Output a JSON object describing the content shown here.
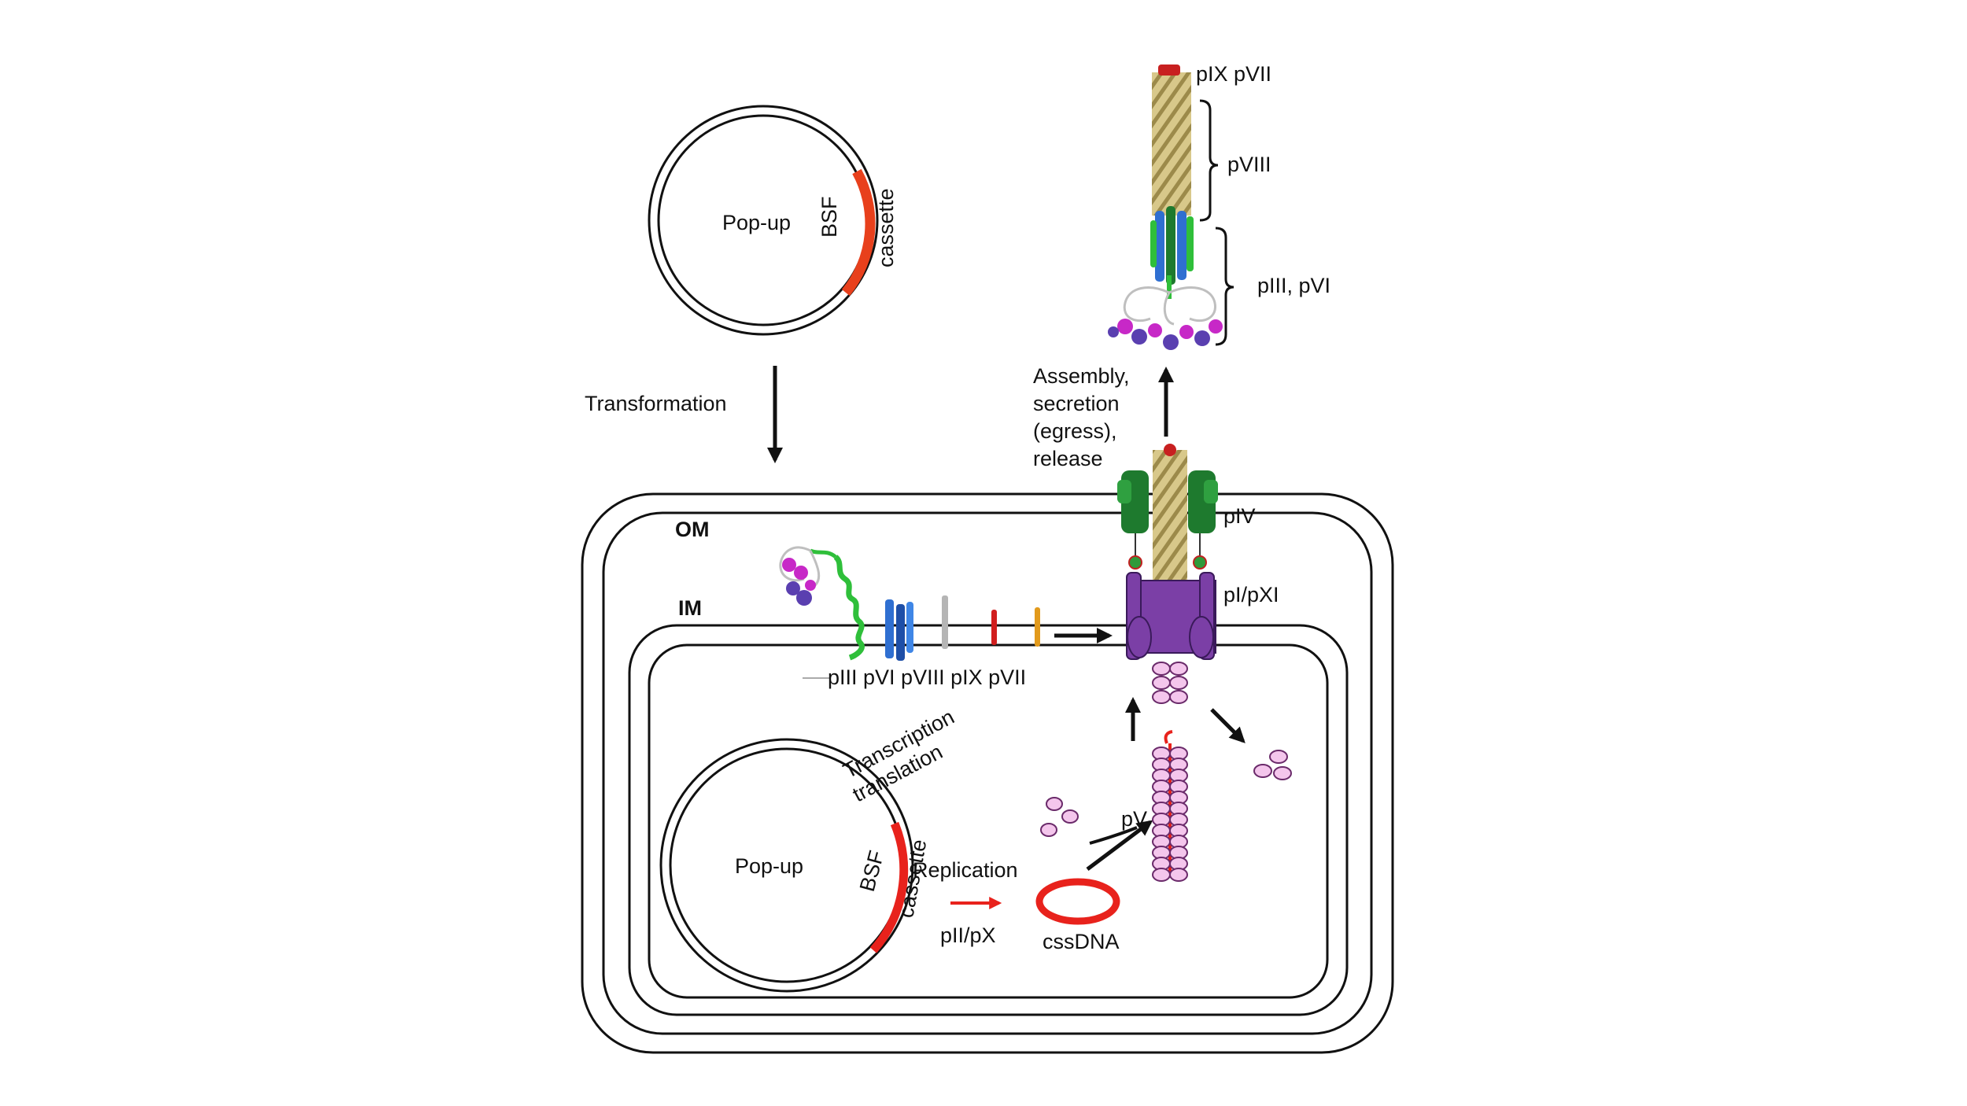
{
  "labels": {
    "popup_top": "Pop-up",
    "bsf_top": "BSF",
    "cassette_top": "cassette",
    "transformation": "Transformation",
    "om": "OM",
    "im": "IM",
    "popup_inner": "Pop-up",
    "bsf_inner": "BSF",
    "cassette_inner": "cassette",
    "transcription": "Transcription",
    "translation": "translation",
    "replication": "Replication",
    "pii_px": "pII/pX",
    "cssdna": "cssDNA",
    "pv": "pV",
    "membrane_proteins": "pIII pVI pVIII pIX pVII",
    "piv": "pIV",
    "pi_pxi": "pI/pXI",
    "assembly_1": "Assembly,",
    "assembly_2": "secretion",
    "assembly_3": "(egress),",
    "assembly_4": "release",
    "phage_tip": "pIX pVII",
    "phage_body": "pVIII",
    "phage_base": "pIII, pVI"
  },
  "colors": {
    "cassette": "#e8401c",
    "replication_arrow": "#e8221c",
    "cssdna": "#e8221c",
    "pv_fill": "#f4c6ec",
    "channel_purple": "#7b3fa6",
    "piv_green": "#1e7a2e",
    "phage_body": "#c8b46a",
    "piii": "#2fbf3a",
    "pvi": "#2f6fd1",
    "pviii": "#b5b5b5",
    "pix": "#d11e1e",
    "pvii": "#e29a1c",
    "magenta": "#c728c7",
    "violet": "#5a3fb0"
  },
  "icons": {
    "popup_plasmid": "plasmid-circle-icon",
    "phage": "filamentous-phage-icon",
    "channel": "pI-pXI-channel-icon",
    "pv_dimers": "pV-dimer-icon"
  }
}
